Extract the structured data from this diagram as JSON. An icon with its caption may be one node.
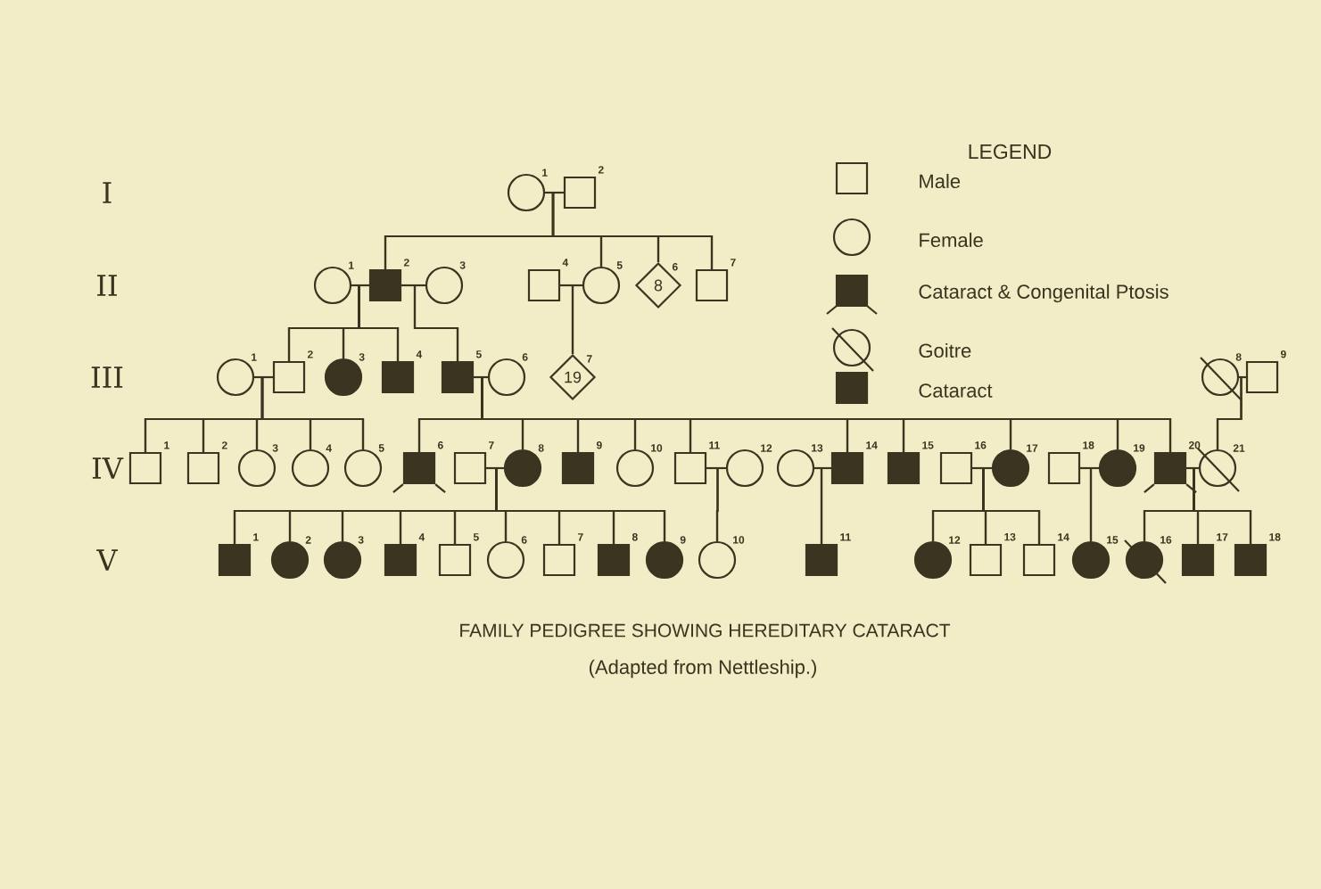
{
  "diagram": {
    "caption": "FAMILY PEDIGREE SHOWING HEREDITARY CATARACT",
    "nodes": [
      {
        "text": [],
        "shape": "circle",
        "beside": [
          "1"
        ]
      },
      {
        "text": [],
        "shape": "box",
        "beside": [
          "2"
        ]
      },
      {
        "text": [],
        "shape": "circle",
        "beside": [
          "1"
        ]
      },
      {
        "text": [],
        "shape": "box",
        "beside": [
          "2"
        ]
      },
      {
        "text": [],
        "shape": "circle",
        "beside": [
          "3"
        ]
      },
      {
        "text": [],
        "shape": "box",
        "beside": [
          "4"
        ]
      },
      {
        "text": [],
        "shape": "circle",
        "beside": [
          "5"
        ]
      },
      {
        "text": [
          "8"
        ],
        "beside": [
          "6"
        ]
      },
      {
        "text": [],
        "shape": "box",
        "beside": [
          "7"
        ]
      },
      {
        "text": [],
        "shape": "circle",
        "beside": [
          "1"
        ]
      },
      {
        "text": [],
        "shape": "box",
        "beside": [
          "2"
        ]
      },
      {
        "text": [],
        "shape": "circle",
        "beside": [
          "3"
        ]
      },
      {
        "text": [],
        "shape": "box",
        "beside": [
          "4"
        ]
      },
      {
        "text": [],
        "shape": "box",
        "beside": [
          "5"
        ]
      },
      {
        "text": [],
        "shape": "circle",
        "beside": [
          "6"
        ]
      },
      {
        "text": [
          "19"
        ],
        "beside": [
          "7"
        ]
      },
      {
        "text": [],
        "shape": "circle",
        "beside": [
          "8"
        ]
      },
      {
        "text": [],
        "shape": "box",
        "beside": [
          "9"
        ]
      },
      {
        "text": [],
        "shape": "box",
        "beside": [
          "1"
        ]
      },
      {
        "text": [],
        "shape": "box",
        "beside": [
          "2"
        ]
      },
      {
        "text": [],
        "shape": "circle",
        "beside": [
          "3"
        ]
      },
      {
        "text": [],
        "shape": "circle",
        "beside": [
          "4"
        ]
      },
      {
        "text": [],
        "shape": "circle",
        "beside": [
          "5"
        ]
      },
      {
        "text": [],
        "shape": "box",
        "beside": [
          "6"
        ]
      },
      {
        "text": [],
        "shape": "box",
        "beside": [
          "7"
        ]
      },
      {
        "text": [],
        "shape": "circle",
        "beside": [
          "8"
        ]
      },
      {
        "text": [],
        "shape": "box",
        "beside": [
          "9"
        ]
      },
      {
        "text": [],
        "shape": "circle",
        "beside": [
          "10"
        ]
      },
      {
        "text": [],
        "shape": "box",
        "beside": [
          "11"
        ]
      },
      {
        "text": [],
        "shape": "circle",
        "beside": [
          "12"
        ]
      },
      {
        "text": [],
        "shape": "circle",
        "beside": [
          "13"
        ]
      },
      {
        "text": [],
        "shape": "box",
        "beside": [
          "14"
        ]
      },
      {
        "text": [],
        "shape": "box",
        "beside": [
          "15"
        ]
      },
      {
        "text": [],
        "shape": "box",
        "beside": [
          "16"
        ]
      },
      {
        "text": [],
        "shape": "circle",
        "beside": [
          "17"
        ]
      },
      {
        "text": [],
        "shape": "box",
        "beside": [
          "18"
        ]
      },
      {
        "text": [],
        "shape": "circle",
        "beside": [
          "19"
        ]
      },
      {
        "text": [],
        "shape": "box",
        "beside": [
          "20"
        ]
      },
      {
        "text": [],
        "shape": "circle",
        "beside": [
          "21"
        ]
      },
      {
        "text": [],
        "shape": "box",
        "beside": [
          "1"
        ]
      },
      {
        "text": [],
        "shape": "circle",
        "beside": [
          "2"
        ]
      },
      {
        "text": [],
        "shape": "circle",
        "beside": [
          "3"
        ]
      },
      {
        "text": [],
        "shape": "box",
        "beside": [
          "4"
        ]
      },
      {
        "text": [],
        "shape": "box",
        "beside": [
          "5"
        ]
      },
      {
        "text": [],
        "shape": "circle",
        "beside": [
          "6"
        ]
      },
      {
        "text": [],
        "shape": "box",
        "beside": [
          "7"
        ]
      },
      {
        "text": [],
        "shape": "box",
        "beside": [
          "8"
        ]
      },
      {
        "text": [],
        "shape": "circle",
        "beside": [
          "9"
        ]
      },
      {
        "text": [],
        "shape": "circle",
        "beside": [
          "10"
        ]
      },
      {
        "text": [],
        "shape": "box",
        "beside": [
          "11"
        ]
      },
      {
        "text": [],
        "shape": "circle",
        "beside": [
          "12"
        ]
      },
      {
        "text": [],
        "shape": "box",
        "beside": [
          "13"
        ]
      },
      {
        "text": [],
        "shape": "box",
        "beside": [
          "14"
        ]
      },
      {
        "text": [],
        "shape": "circle",
        "beside": [
          "15"
        ]
      },
      {
        "text": [],
        "shape": "circle",
        "beside": [
          "16"
        ]
      },
      {
        "text": [],
        "shape": "box",
        "beside": [
          "17"
        ]
      },
      {
        "text": [],
        "shape": "box",
        "beside": [
          "18"
        ]
      }
    ],
    "edges": [
      {
        "from": 0,
        "to": 1,
        "arrow": "none"
      },
      {
        "from": 2,
        "to": 3,
        "arrow": "none"
      },
      {
        "from": 3,
        "to": 4,
        "arrow": "none"
      },
      {
        "from": 5,
        "to": 6,
        "arrow": "none"
      },
      {
        "from": 9,
        "to": 10,
        "arrow": "none"
      },
      {
        "from": 13,
        "to": 14,
        "arrow": "none"
      },
      {
        "from": 16,
        "to": 17,
        "arrow": "none"
      },
      {
        "from": 24,
        "to": 25,
        "arrow": "none"
      },
      {
        "from": 28,
        "to": 29,
        "arrow": "none"
      },
      {
        "from": 30,
        "to": 31,
        "arrow": "none"
      },
      {
        "from": 33,
        "to": 34,
        "arrow": "none"
      },
      {
        "from": 35,
        "to": 36,
        "arrow": "none"
      },
      {
        "from": 37,
        "to": 38,
        "arrow": "none"
      },
      {
        "from": 0,
        "to": 3,
        "arrow": "none"
      },
      {
        "from": 1,
        "to": 3,
        "arrow": "none"
      },
      {
        "from": 0,
        "to": 6,
        "arrow": "none"
      },
      {
        "from": 1,
        "to": 6,
        "arrow": "none"
      },
      {
        "from": 0,
        "to": 7,
        "arrow": "none"
      },
      {
        "from": 1,
        "to": 7,
        "arrow": "none"
      },
      {
        "from": 0,
        "to": 8,
        "arrow": "none"
      },
      {
        "from": 1,
        "to": 8,
        "arrow": "none"
      },
      {
        "from": 2,
        "to": 10,
        "arrow": "none"
      },
      {
        "from": 3,
        "to": 10,
        "arrow": "none"
      },
      {
        "from": 2,
        "to": 11,
        "arrow": "none"
      },
      {
        "from": 3,
        "to": 11,
        "arrow": "none"
      },
      {
        "from": 2,
        "to": 12,
        "arrow": "none"
      },
      {
        "from": 3,
        "to": 12,
        "arrow": "none"
      },
      {
        "from": 3,
        "to": 13,
        "arrow": "none"
      },
      {
        "from": 4,
        "to": 13,
        "arrow": "none"
      },
      {
        "from": 5,
        "to": 15,
        "arrow": "none"
      },
      {
        "from": 6,
        "to": 15,
        "arrow": "none"
      },
      {
        "from": 9,
        "to": 18,
        "arrow": "none"
      },
      {
        "from": 10,
        "to": 18,
        "arrow": "none"
      },
      {
        "from": 9,
        "to": 19,
        "arrow": "none"
      },
      {
        "from": 10,
        "to": 19,
        "arrow": "none"
      },
      {
        "from": 9,
        "to": 20,
        "arrow": "none"
      },
      {
        "from": 10,
        "to": 20,
        "arrow": "none"
      },
      {
        "from": 9,
        "to": 21,
        "arrow": "none"
      },
      {
        "from": 10,
        "to": 21,
        "arrow": "none"
      },
      {
        "from": 9,
        "to": 22,
        "arrow": "none"
      },
      {
        "from": 10,
        "to": 22,
        "arrow": "none"
      },
      {
        "from": 13,
        "to": 23,
        "arrow": "none"
      },
      {
        "from": 14,
        "to": 23,
        "arrow": "none"
      },
      {
        "from": 13,
        "to": 25,
        "arrow": "none"
      },
      {
        "from": 14,
        "to": 25,
        "arrow": "none"
      },
      {
        "from": 13,
        "to": 26,
        "arrow": "none"
      },
      {
        "from": 14,
        "to": 26,
        "arrow": "none"
      },
      {
        "from": 13,
        "to": 27,
        "arrow": "none"
      },
      {
        "from": 14,
        "to": 27,
        "arrow": "none"
      },
      {
        "from": 13,
        "to": 28,
        "arrow": "none"
      },
      {
        "from": 14,
        "to": 28,
        "arrow": "none"
      },
      {
        "from": 13,
        "to": 31,
        "arrow": "none"
      },
      {
        "from": 14,
        "to": 31,
        "arrow": "none"
      },
      {
        "from": 13,
        "to": 32,
        "arrow": "none"
      },
      {
        "from": 14,
        "to": 32,
        "arrow": "none"
      },
      {
        "from": 13,
        "to": 34,
        "arrow": "none"
      },
      {
        "from": 14,
        "to": 34,
        "arrow": "none"
      },
      {
        "from": 13,
        "to": 36,
        "arrow": "none"
      },
      {
        "from": 14,
        "to": 36,
        "arrow": "none"
      },
      {
        "from": 13,
        "to": 37,
        "arrow": "none"
      },
      {
        "from": 14,
        "to": 37,
        "arrow": "none"
      },
      {
        "from": 16,
        "to": 38,
        "arrow": "none"
      },
      {
        "from": 17,
        "to": 38,
        "arrow": "none"
      },
      {
        "from": 24,
        "to": 39,
        "arrow": "none"
      },
      {
        "from": 25,
        "to": 39,
        "arrow": "none"
      },
      {
        "from": 24,
        "to": 40,
        "arrow": "none"
      },
      {
        "from": 25,
        "to": 40,
        "arrow": "none"
      },
      {
        "from": 24,
        "to": 41,
        "arrow": "none"
      },
      {
        "from": 25,
        "to": 41,
        "arrow": "none"
      },
      {
        "from": 24,
        "to": 42,
        "arrow": "none"
      },
      {
        "from": 25,
        "to": 42,
        "arrow": "none"
      },
      {
        "from": 24,
        "to": 43,
        "arrow": "none"
      },
      {
        "from": 25,
        "to": 43,
        "arrow": "none"
      },
      {
        "from": 24,
        "to": 44,
        "arrow": "none"
      },
      {
        "from": 25,
        "to": 44,
        "arrow": "none"
      },
      {
        "from": 24,
        "to": 45,
        "arrow": "none"
      },
      {
        "from": 25,
        "to": 45,
        "arrow": "none"
      },
      {
        "from": 24,
        "to": 46,
        "arrow": "none"
      },
      {
        "from": 25,
        "to": 46,
        "arrow": "none"
      },
      {
        "from": 24,
        "to": 47,
        "arrow": "none"
      },
      {
        "from": 25,
        "to": 47,
        "arrow": "none"
      },
      {
        "from": 28,
        "to": 48,
        "arrow": "none"
      },
      {
        "from": 29,
        "to": 48,
        "arrow": "none"
      },
      {
        "from": 30,
        "to": 49,
        "arrow": "none"
      },
      {
        "from": 31,
        "to": 49,
        "arrow": "none"
      },
      {
        "from": 33,
        "to": 50,
        "arrow": "none"
      },
      {
        "from": 34,
        "to": 50,
        "arrow": "none"
      },
      {
        "from": 33,
        "to": 51,
        "arrow": "none"
      },
      {
        "from": 34,
        "to": 51,
        "arrow": "none"
      },
      {
        "from": 33,
        "to": 52,
        "arrow": "none"
      },
      {
        "from": 34,
        "to": 52,
        "arrow": "none"
      },
      {
        "from": 35,
        "to": 53,
        "arrow": "none"
      },
      {
        "from": 36,
        "to": 53,
        "arrow": "none"
      },
      {
        "from": 37,
        "to": 54,
        "arrow": "none"
      },
      {
        "from": 38,
        "to": 54,
        "arrow": "none"
      },
      {
        "from": 37,
        "to": 55,
        "arrow": "none"
      },
      {
        "from": 38,
        "to": 55,
        "arrow": "none"
      },
      {
        "from": 37,
        "to": 56,
        "arrow": "none"
      },
      {
        "from": 38,
        "to": 56,
        "arrow": "none"
      }
    ],
    "labels": [
      "LEGEND",
      "I",
      "II",
      "III",
      "IV",
      "V",
      "(Adapted from Nettleship.)"
    ],
    "legend": [
      {
        "text": "Male"
      },
      {
        "text": "Female"
      },
      {
        "text": "Cataract & Congenital Ptosis"
      },
      {
        "text": "Goitre"
      },
      {
        "text": "Cataract"
      }
    ]
  }
}
